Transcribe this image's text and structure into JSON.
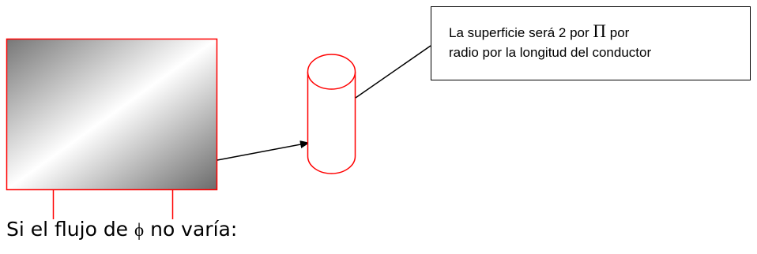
{
  "callout": {
    "line1_before": "La superficie será 2 por",
    "pi_symbol": "Π",
    "line1_after": "por",
    "line2": "radio por la longitud del conductor"
  },
  "caption": {
    "before": "Si el flujo de",
    "phi_symbol": "ϕ",
    "after": "no varía:"
  },
  "colors": {
    "outline_red": "#ff0000",
    "gradient_dark": "#6b6b6b",
    "gradient_light": "#ffffff",
    "stroke_black": "#000000"
  },
  "icons": {
    "cylinder": "cylinder-shape",
    "arrow": "arrow-icon"
  }
}
